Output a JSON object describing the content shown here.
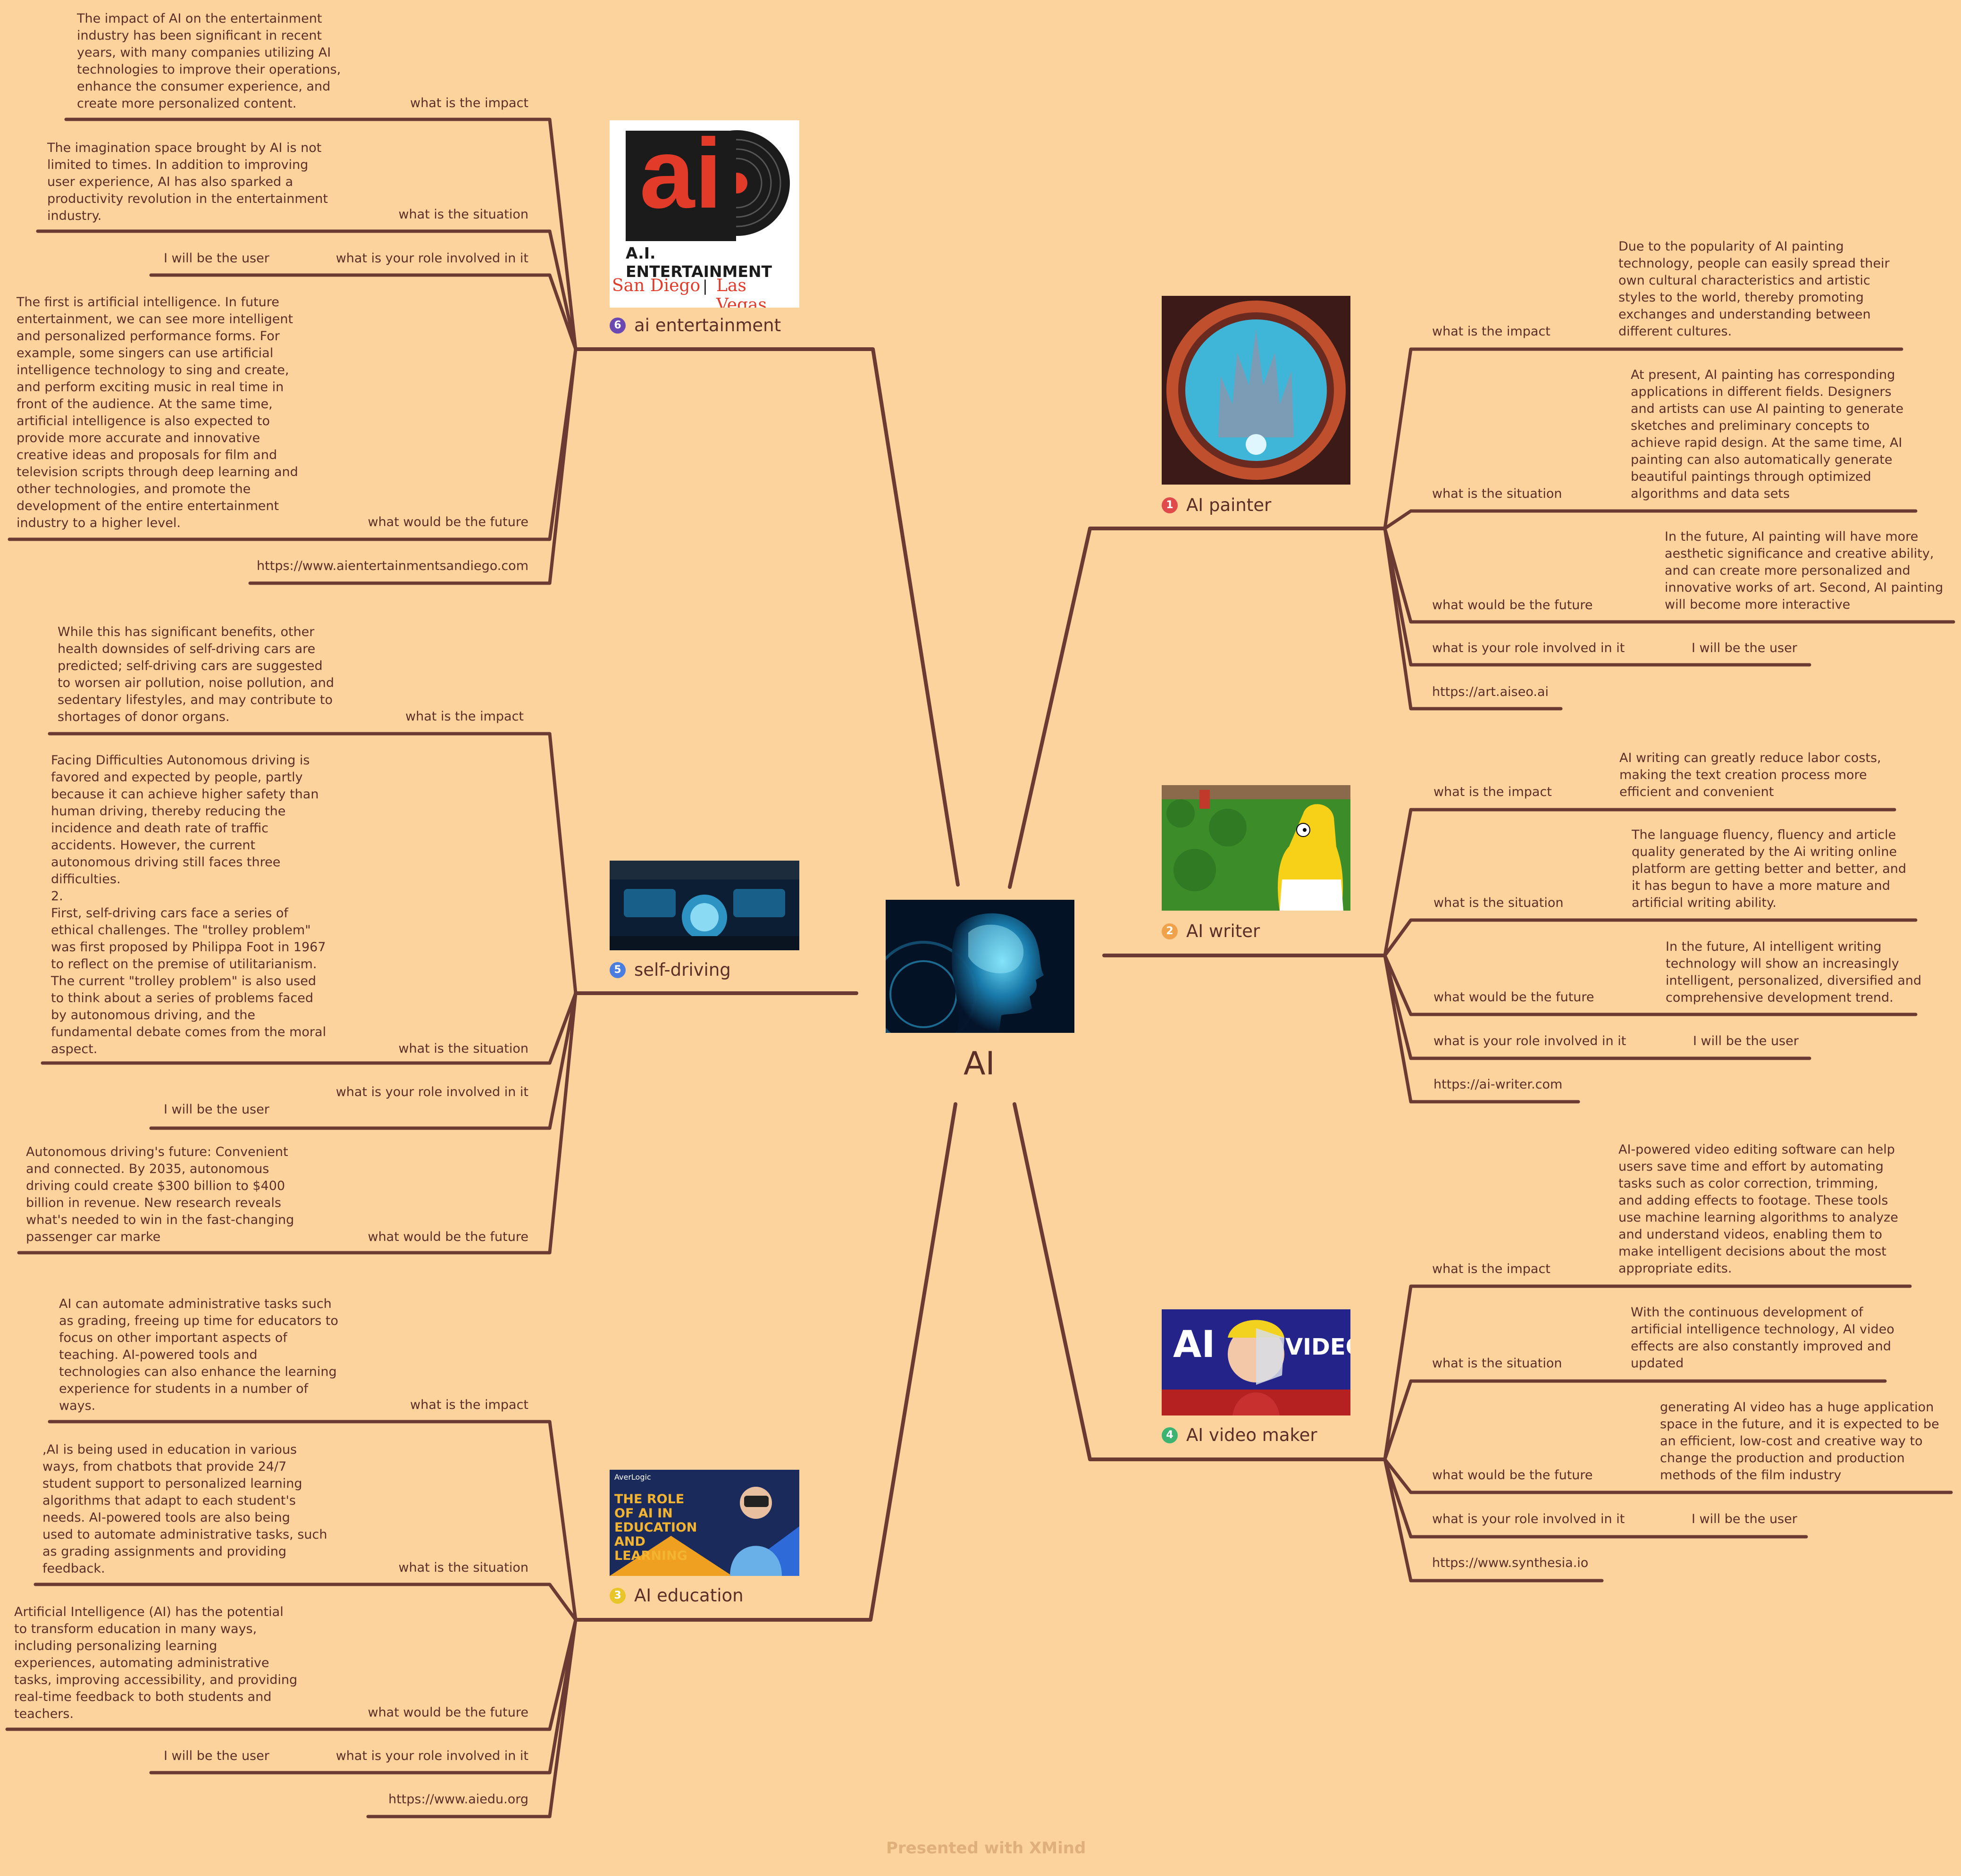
{
  "center": {
    "title": "AI",
    "image": "ai-brain-head-image"
  },
  "footer": "Presented with XMind",
  "colors": {
    "background": "#fcd39d",
    "line": "#6b3a32",
    "text": "#5a2f27",
    "n1": "#e04a4a",
    "n2": "#f0a24a",
    "n3": "#e8c62a",
    "n4": "#3cb371",
    "n5": "#4a7de0",
    "n6": "#6a4ab0"
  },
  "right": [
    {
      "num": "1",
      "title": "AI painter",
      "image": "fantasy-city-porthole-painting",
      "impact_label": "what is the impact",
      "impact": "Due to the popularity of AI painting\ntechnology, people can easily spread their\nown cultural characteristics and artistic\nstyles to the world, thereby promoting\nexchanges and understanding between\ndifferent cultures.",
      "situation_label": "what is the situation",
      "situation": "At present, AI painting has corresponding\napplications in different fields. Designers\nand artists can use AI painting to generate\nsketches and preliminary concepts to\nachieve rapid design. At the same time, AI\npainting can also automatically generate\nbeautiful paintings through optimized\nalgorithms and data sets",
      "future_label": "what would be the future",
      "future": "In the future, AI painting will have more\naesthetic significance and creative ability,\nand can create more personalized and\ninnovative works of art. Second, AI painting\nwill become more interactive",
      "role_label": "what is your role involved in it",
      "role": "I will be the user",
      "url": "https://art.aiseo.ai"
    },
    {
      "num": "2",
      "title": "AI writer",
      "image": "homer-simpson-hedge-image",
      "impact_label": "what is the impact",
      "impact": "AI writing can greatly reduce labor costs,\nmaking the text creation process more\nefficient and convenient",
      "situation_label": "what is the situation",
      "situation": "The language fluency, fluency and article\nquality generated by the Ai writing online\nplatform are getting better and better, and\nit has begun to have a more mature and\nartificial writing ability.",
      "future_label": "what would be the future",
      "future": "In the future, AI intelligent writing\ntechnology will show an increasingly\nintelligent, personalized, diversified and\ncomprehensive development trend.",
      "role_label": "what is your role involved in it",
      "role": "I will be the user",
      "url": "https://ai-writer.com"
    },
    {
      "num": "4",
      "title": "AI video maker",
      "image": "ai-video-thumbnail",
      "image_text_left": "AI",
      "image_text_right": "VIDEO",
      "impact_label": "what is the impact",
      "impact": "AI-powered video editing software can help\nusers save time and effort by automating\ntasks such as color correction, trimming,\nand adding effects to footage. These tools\nuse machine learning algorithms to analyze\nand understand videos, enabling them to\nmake intelligent decisions about the most\nappropriate edits.",
      "situation_label": "what is the situation",
      "situation": "With the continuous development of\nartificial intelligence technology, AI video\neffects are also constantly improved and\nupdated",
      "future_label": "what would be the future",
      "future": "generating AI video has a huge application\nspace in the future, and it is expected to be\nan efficient, low-cost and creative way to\nchange the production and production\nmethods of the film industry",
      "role_label": "what is your role involved in it",
      "role": "I will be the user",
      "url": "https://www.synthesia.io"
    }
  ],
  "left": [
    {
      "num": "6",
      "title": "ai entertainment",
      "image": "ai-entertainment-logo",
      "logo_brand": "A.I. ENTERTAINMENT",
      "logo_city1": "San Diego",
      "logo_sep": "|",
      "logo_city2": "Las Vegas",
      "impact_label": "what is the impact",
      "impact": "The impact of AI on the entertainment\nindustry has been significant in recent\nyears, with many companies utilizing AI\ntechnologies to improve their operations,\nenhance the consumer experience, and\ncreate more personalized content.",
      "situation_label": "what is the situation",
      "situation": " The imagination space brought by AI is not\nlimited to times. In addition to improving\nuser experience, AI has also sparked a\nproductivity revolution in the entertainment\nindustry.",
      "role_label": "what is your role involved in it",
      "role": "I will be the user",
      "future_label": "what would be the future",
      "future": "The first is artificial intelligence. In future\nentertainment, we can see more intelligent\nand personalized performance forms. For\nexample, some singers can use artificial\nintelligence technology to sing and create,\nand perform exciting music in real time in\nfront of the audience. At the same time,\nartificial intelligence is also expected to\nprovide more accurate and innovative\ncreative ideas and proposals for film and\ntelevision scripts through deep learning and\nother technologies, and promote the\ndevelopment of the entire entertainment\nindustry to a higher level.",
      "url": "https://www.aientertainmentsandiego.com"
    },
    {
      "num": "5",
      "title": "self-driving",
      "image": "car-dashboard-hud-image",
      "impact_label": "what is the impact",
      "impact": "While this has significant benefits, other\nhealth downsides of self-driving cars are\npredicted; self-driving cars are suggested\nto worsen air pollution, noise pollution, and\nsedentary lifestyles, and may contribute to\nshortages of donor organs.",
      "situation_label": "what is the situation",
      "situation": "Facing Difficulties Autonomous driving is\nfavored and expected by people, partly\nbecause it can achieve higher safety than\nhuman driving, thereby reducing the\nincidence and death rate of traffic\naccidents. However, the current\nautonomous driving still faces three\ndifficulties.\n2.\nFirst, self-driving cars face a series of\nethical challenges. The \"trolley problem\"\nwas first proposed by Philippa Foot in 1967\nto reflect on the premise of utilitarianism.\nThe current \"trolley problem\" is also used\nto think about a series of problems faced\nby autonomous driving, and the\nfundamental debate comes from the moral\naspect.",
      "role_label": "what is your role involved in it",
      "role": "I will be the user",
      "future_label": "what would be the future",
      "future": "Autonomous driving's future: Convenient\nand connected. By 2035, autonomous\ndriving could create $300 billion to $400\nbillion in revenue. New research reveals\nwhat's needed to win in the fast-changing\npassenger car marke"
    },
    {
      "num": "3",
      "title": "AI education",
      "image": "role-of-ai-in-education-thumbnail",
      "thumb_brand": "AverLogic",
      "thumb_title": "THE ROLE\nOF AI IN\nEDUCATION\nAND\nLEARNING",
      "impact_label": "what is the impact",
      "impact": "  AI can automate administrative tasks such\nas grading, freeing up time for educators to\nfocus on other important aspects of\nteaching. AI-powered tools and\ntechnologies can also enhance the learning\nexperience for students in a number of\nways.",
      "situation_label": "what is the situation",
      "situation": ",AI is being used in education in various\nways, from chatbots that provide 24/7\nstudent support to personalized learning\nalgorithms that adapt to each student's\nneeds. AI-powered tools are also being\nused to automate administrative tasks, such\nas grading assignments and providing\nfeedback.",
      "future_label": "what would be the future",
      "future": "Artificial Intelligence (AI) has the potential\nto transform education in many ways,\nincluding personalizing learning\nexperiences, automating administrative\ntasks, improving accessibility, and providing\nreal-time feedback to both students and\nteachers.",
      "role_label": "what is your role involved in it",
      "role": "I will be the user",
      "url": "https://www.aiedu.org"
    }
  ]
}
